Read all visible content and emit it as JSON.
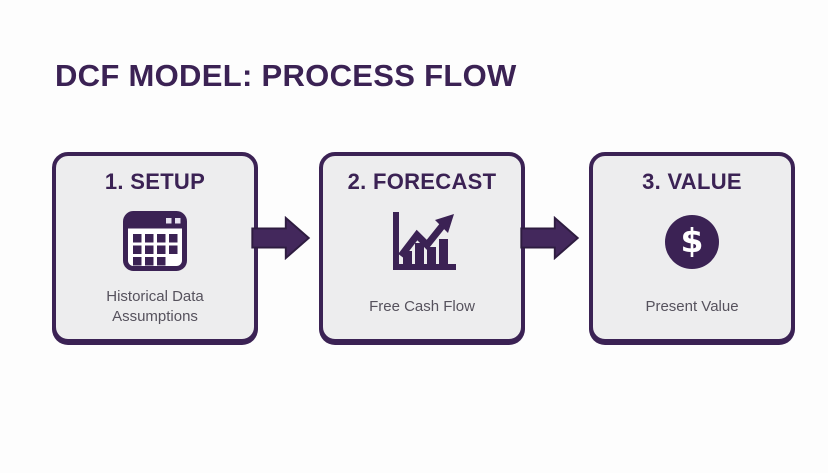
{
  "page": {
    "title": "DCF MODEL: PROCESS FLOW",
    "background_color": "#fdfdfd",
    "accent_color": "#3b2254",
    "box_fill_color": "#ededee",
    "caption_color": "#56525d"
  },
  "steps": [
    {
      "heading": "1. SETUP",
      "icon": "calendar-grid-icon",
      "caption": "Historical Data Assumptions"
    },
    {
      "heading": "2. FORECAST",
      "icon": "rising-bar-chart-icon",
      "caption": "Free Cash Flow"
    },
    {
      "heading": "3. VALUE",
      "icon": "dollar-circle-icon",
      "symbol": "$",
      "caption": "Present Value"
    }
  ],
  "connectors": [
    {
      "type": "right-block-arrow"
    },
    {
      "type": "right-block-arrow"
    }
  ]
}
